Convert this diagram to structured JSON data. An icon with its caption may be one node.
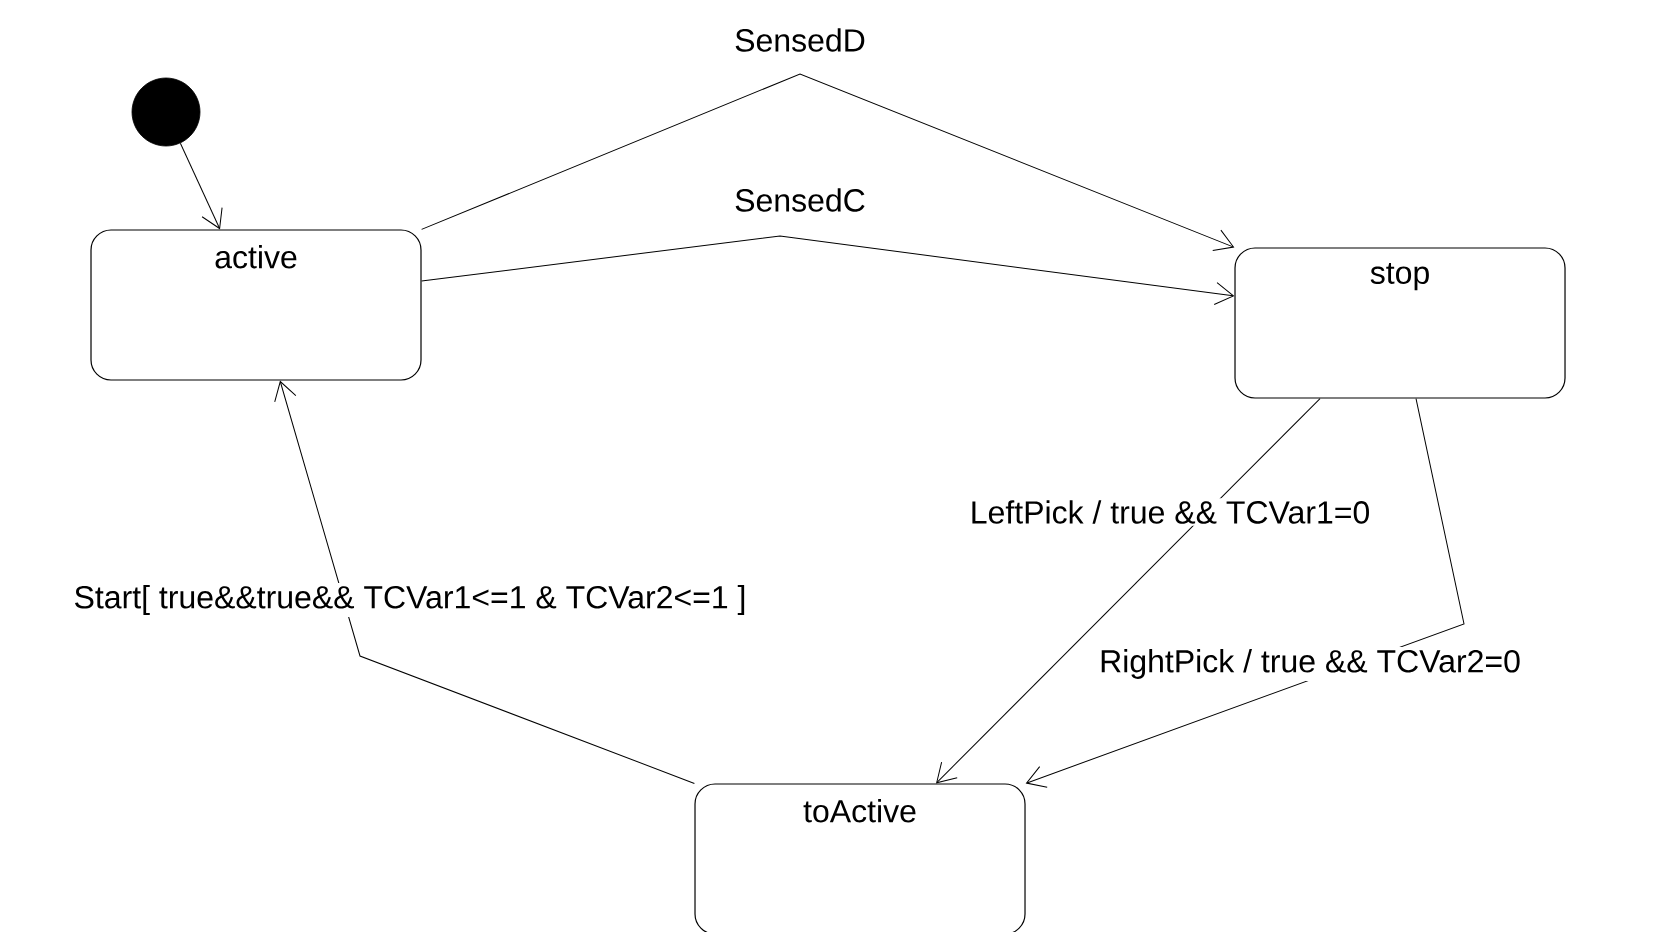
{
  "diagram": {
    "nodes": [
      {
        "text": [],
        "shape": "circle"
      },
      {
        "text": [
          "active"
        ]
      },
      {
        "text": [
          "stop"
        ]
      },
      {
        "text": [
          "toActive"
        ]
      }
    ],
    "edges": [
      {
        "from": 0,
        "to": 1,
        "arrow": "to"
      },
      {
        "from": 1,
        "to": 2,
        "arrow": "to",
        "label": "SensedD"
      },
      {
        "from": 1,
        "to": 2,
        "arrow": "to",
        "label": "SensedC"
      },
      {
        "from": 2,
        "to": 3,
        "arrow": "to",
        "label": "LeftPick / true && TCVar1=0"
      },
      {
        "from": 2,
        "to": 3,
        "arrow": "to",
        "label": "RightPick / true && TCVar2=0"
      },
      {
        "from": 3,
        "to": 1,
        "arrow": "to",
        "label": "Start[ true&&true&& TCVar1<=1 & TCVar2<=1 ]"
      }
    ]
  }
}
